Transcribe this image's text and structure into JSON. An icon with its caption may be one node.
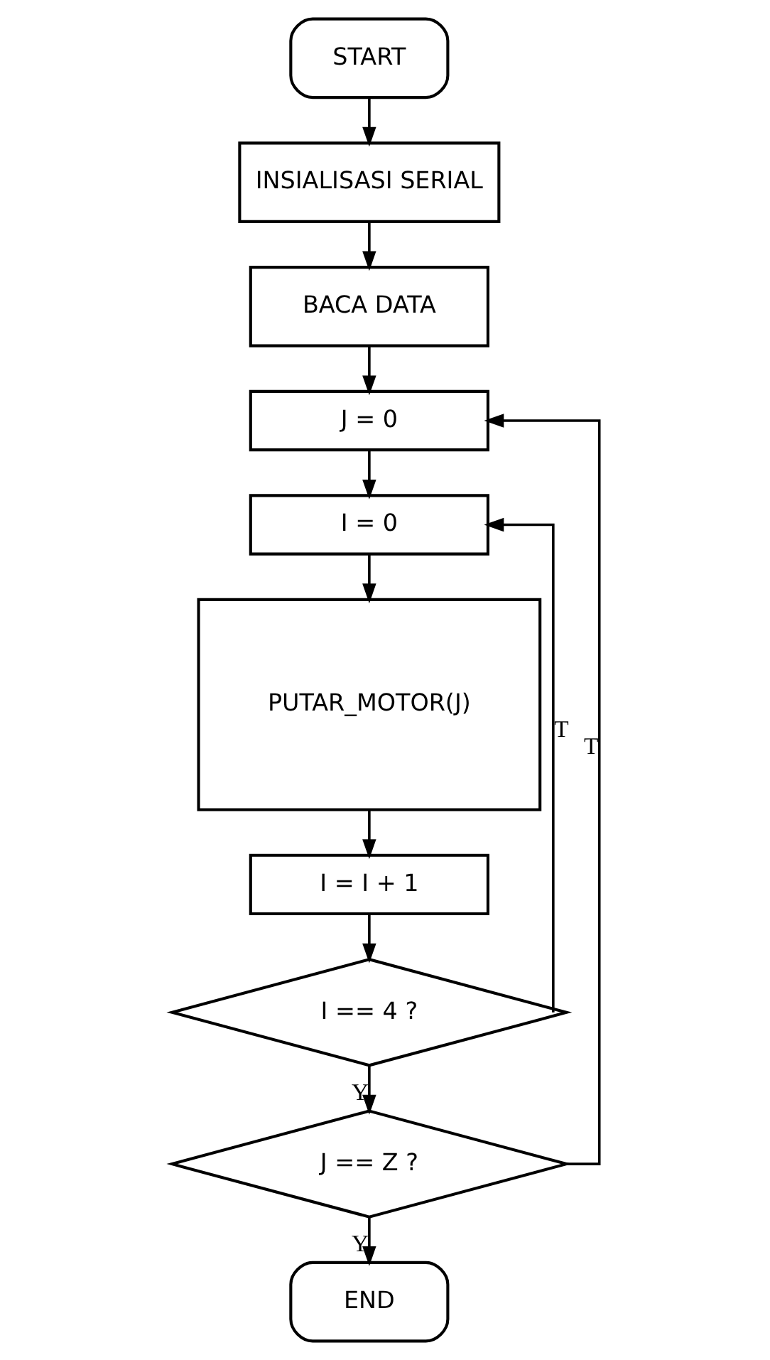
{
  "diagram": {
    "nodes": [
      {
        "text": [
          "START"
        ]
      },
      {
        "text": [
          "INSIALISASI SERIAL"
        ]
      },
      {
        "text": [
          "BACA DATA"
        ]
      },
      {
        "text": [
          "J = 0"
        ]
      },
      {
        "text": [
          "I = 0"
        ]
      },
      {
        "text": [
          "PUTAR_MOTOR(J)"
        ]
      },
      {
        "text": [
          "I = I + 1"
        ]
      },
      {
        "text": [
          "I == 4 ?"
        ]
      },
      {
        "text": [
          "J == Z ?"
        ]
      },
      {
        "text": [
          "END"
        ]
      }
    ],
    "edges": [
      {
        "from": 0,
        "to": 1,
        "arrow": "to"
      },
      {
        "from": 1,
        "to": 2,
        "arrow": "to"
      },
      {
        "from": 2,
        "to": 3,
        "arrow": "to"
      },
      {
        "from": 3,
        "to": 4,
        "arrow": "to"
      },
      {
        "from": 4,
        "to": 5,
        "arrow": "to"
      },
      {
        "from": 5,
        "to": 6,
        "arrow": "to"
      },
      {
        "from": 6,
        "to": 7,
        "arrow": "to"
      },
      {
        "from": 7,
        "to": 8,
        "arrow": "to",
        "label": "Y"
      },
      {
        "from": 8,
        "to": 9,
        "arrow": "to",
        "label": "Y"
      },
      {
        "from": 7,
        "to": 4,
        "arrow": "to",
        "label": "T"
      },
      {
        "from": 8,
        "to": 3,
        "arrow": "to",
        "label": "T"
      }
    ]
  }
}
